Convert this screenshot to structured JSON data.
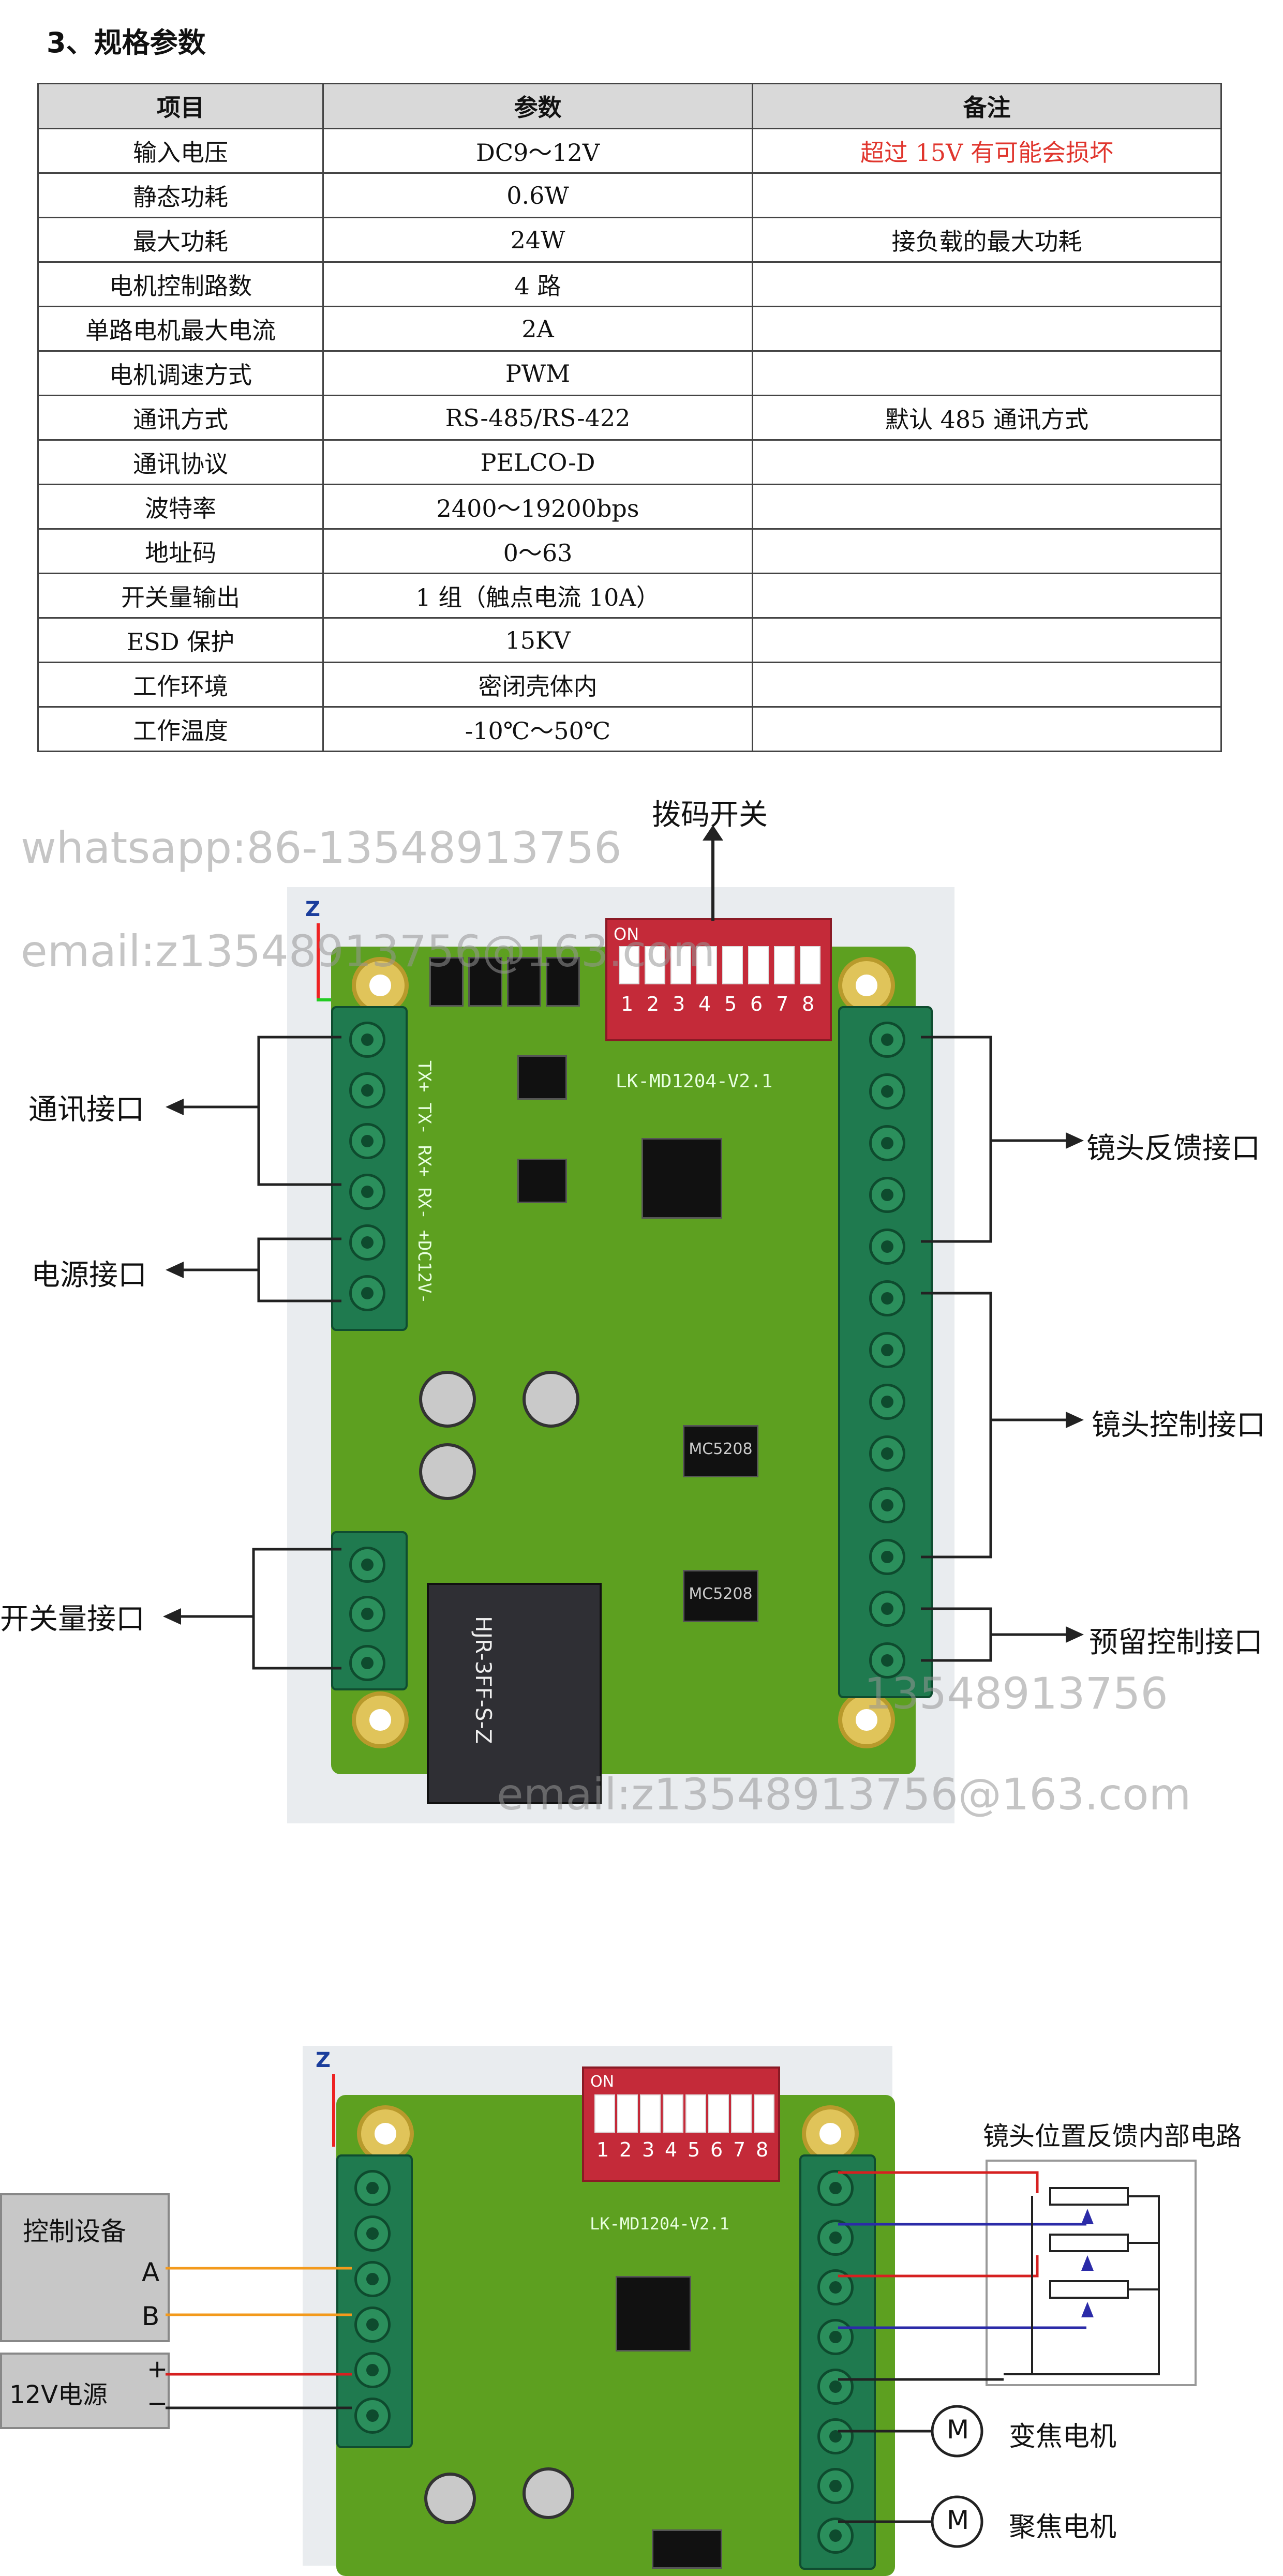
{
  "section_title": "3、规格参数",
  "table": {
    "headers": [
      "项目",
      "参数",
      "备注"
    ],
    "rows": [
      {
        "item": "输入电压",
        "param": "DC9～12V",
        "note": "超过 15V 有可能会损坏"
      },
      {
        "item": "静态功耗",
        "param": "0.6W",
        "note": ""
      },
      {
        "item": "最大功耗",
        "param": "24W",
        "note": "接负载的最大功耗"
      },
      {
        "item": "电机控制路数",
        "param": "4 路",
        "note": ""
      },
      {
        "item": "单路电机最大电流",
        "param": "2A",
        "note": ""
      },
      {
        "item": "电机调速方式",
        "param": "PWM",
        "note": ""
      },
      {
        "item": "通讯方式",
        "param": "RS-485/RS-422",
        "note": "默认 485 通讯方式"
      },
      {
        "item": "通讯协议",
        "param": "PELCO-D",
        "note": ""
      },
      {
        "item": "波特率",
        "param": "2400～19200bps",
        "note": ""
      },
      {
        "item": "地址码",
        "param": "0～63",
        "note": ""
      },
      {
        "item": "开关量输出",
        "param": "1 组（触点电流 10A）",
        "note": ""
      },
      {
        "item": "ESD 保护",
        "param": "15KV",
        "note": ""
      },
      {
        "item": "工作环境",
        "param": "密闭壳体内",
        "note": ""
      },
      {
        "item": "工作温度",
        "param": "-10℃～50℃",
        "note": ""
      }
    ]
  },
  "diagram1": {
    "labels": {
      "dip": "拨码开关",
      "comm": "通讯接口",
      "power": "电源接口",
      "switch_out": "开关量接口",
      "lens_fb": "镜头反馈接口",
      "lens_ctrl": "镜头控制接口",
      "reserved": "预留控制接口"
    },
    "board_text": "LK-MD1204-V2.1",
    "relay_text": "HJR-3FF-S-Z",
    "dip_on": "ON",
    "dip_numbers": [
      "1",
      "2",
      "3",
      "4",
      "5",
      "6",
      "7",
      "8"
    ],
    "left_pins": "TX+ TX- RX+ RX- +DC12V-",
    "chip_text": "MC5208"
  },
  "diagram2": {
    "labels": {
      "control_device": "控制设备",
      "a": "A",
      "b": "B",
      "power12": "12V电源",
      "plus": "+",
      "minus": "−",
      "feedback_circuit": "镜头位置反馈内部电路",
      "zoom_motor": "变焦电机",
      "focus_motor": "聚焦电机",
      "motor_symbol": "M"
    }
  },
  "watermarks": {
    "whatsapp": "whatsapp:86-13548913756",
    "email": "email:z13548913756@163.com",
    "whatsapp_partial": "13548913756"
  },
  "colors": {
    "red_note": "#e0352d",
    "board": "#5da020",
    "terminal": "#1f7a4f",
    "dip": "#c42a39",
    "wire_red": "#d62020",
    "wire_blue": "#2b2ba8",
    "wire_orange": "#f39a1c"
  }
}
